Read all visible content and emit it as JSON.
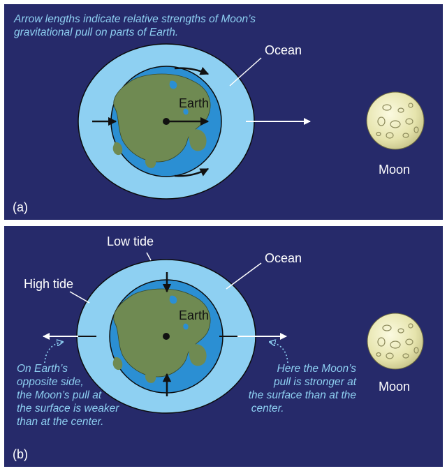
{
  "panel_a": {
    "caption_line1": "Arrow lengths indicate relative strengths of Moon’s",
    "caption_line2": "gravitational pull on parts of Earth.",
    "ocean_label": "Ocean",
    "earth_label": "Earth",
    "moon_label": "Moon",
    "panel_label": "(a)"
  },
  "panel_b": {
    "low_tide_label": "Low tide",
    "high_tide_label": "High tide",
    "ocean_label": "Ocean",
    "earth_label": "Earth",
    "moon_label": "Moon",
    "panel_label": "(b)",
    "left_note": [
      "On Earth’s",
      "opposite side,",
      "the Moon’s pull at",
      "the surface is weaker",
      "than at the center."
    ],
    "right_note": [
      "Here the Moon’s",
      "pull is stronger at",
      "the surface than at the",
      "center."
    ]
  },
  "colors": {
    "background": "#262a6a",
    "ocean": "#8ed0f2",
    "earth_water": "#2b8fd3",
    "land": "#6f8a52",
    "moon": "#ebe9b5",
    "caption": "#8ed0f2"
  },
  "icons": [
    "moon-icon",
    "earth-icon"
  ]
}
